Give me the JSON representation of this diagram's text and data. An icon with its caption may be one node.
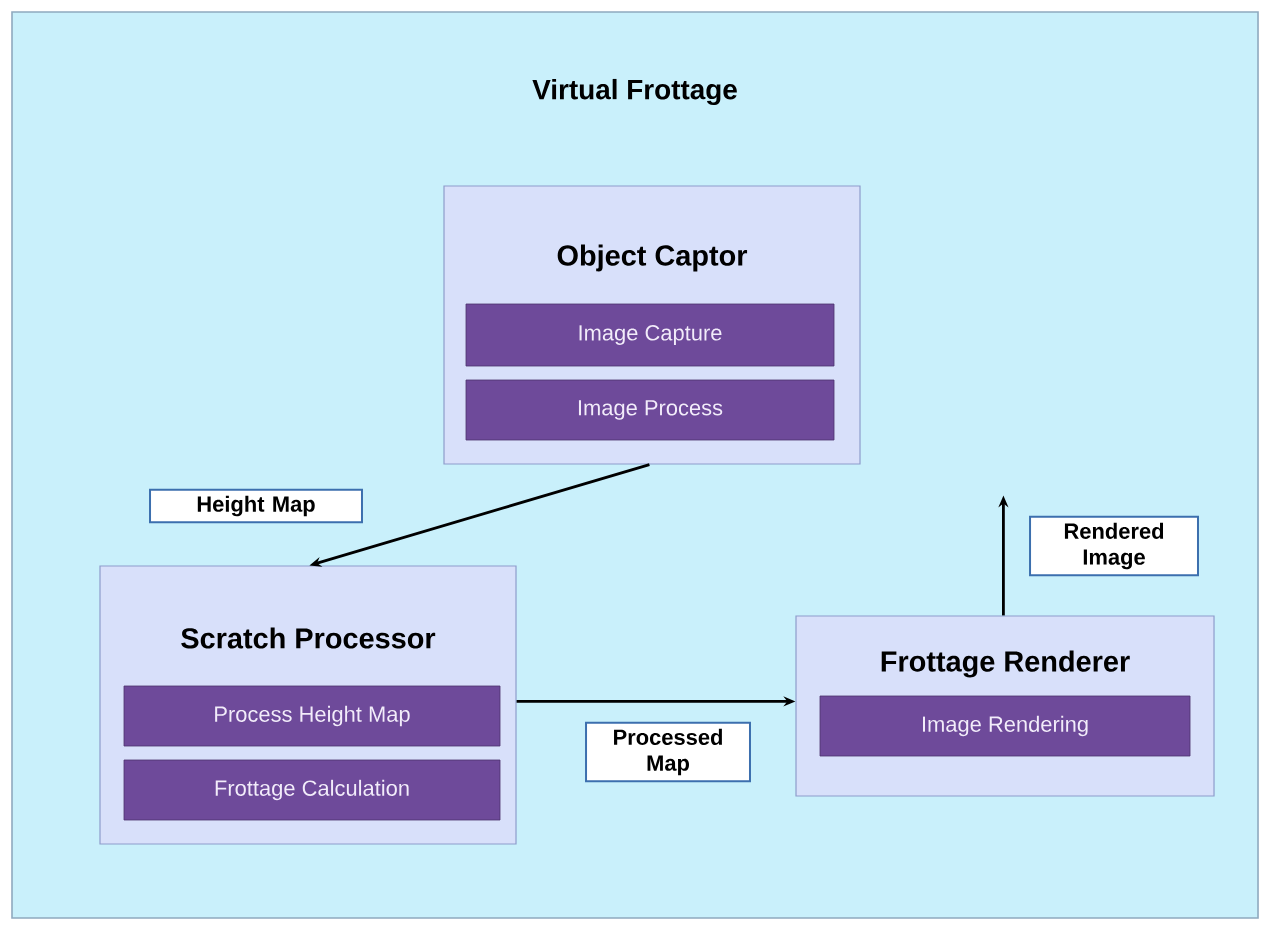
{
  "diagram": {
    "nodes": [
      {
        "text": [
          "Virtual Frottage"
        ]
      },
      {
        "text": [
          "Object Captor"
        ],
        "in": 0
      },
      {
        "text": [
          "Image Capture"
        ],
        "in": 1
      },
      {
        "text": [
          "Image Process"
        ],
        "in": 1
      },
      {
        "text": [
          "Scratch Processor"
        ],
        "in": 0
      },
      {
        "text": [
          "Process Height Map"
        ],
        "in": 4
      },
      {
        "text": [
          "Frottage Calculation"
        ],
        "in": 4
      },
      {
        "text": [
          "Frottage Renderer"
        ],
        "in": 0
      },
      {
        "text": [
          "Image Rendering"
        ],
        "in": 7
      }
    ],
    "edges": [
      {
        "from": 1,
        "to": 4,
        "arrow": "to",
        "label": "Height Map"
      },
      {
        "from": 4,
        "to": 7,
        "arrow": "to",
        "label": "Processed Map"
      },
      {
        "from": 7,
        "to": null,
        "arrow": "to",
        "label": "Rendered Image"
      }
    ]
  }
}
